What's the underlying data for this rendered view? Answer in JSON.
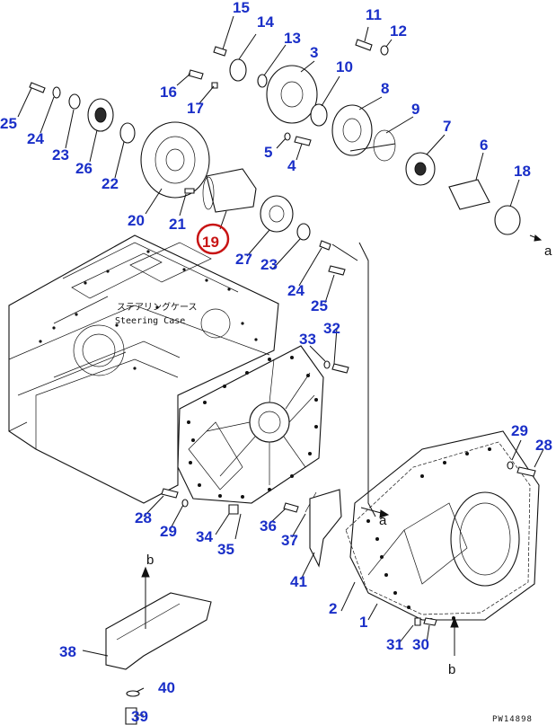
{
  "callouts": [
    {
      "n": "1"
    },
    {
      "n": "2"
    },
    {
      "n": "3"
    },
    {
      "n": "4"
    },
    {
      "n": "5"
    },
    {
      "n": "6"
    },
    {
      "n": "7"
    },
    {
      "n": "8"
    },
    {
      "n": "9"
    },
    {
      "n": "10"
    },
    {
      "n": "11"
    },
    {
      "n": "12"
    },
    {
      "n": "13"
    },
    {
      "n": "14"
    },
    {
      "n": "15"
    },
    {
      "n": "16"
    },
    {
      "n": "17"
    },
    {
      "n": "18"
    },
    {
      "n": "19"
    },
    {
      "n": "20"
    },
    {
      "n": "21"
    },
    {
      "n": "22"
    },
    {
      "n": "23"
    },
    {
      "n": "23"
    },
    {
      "n": "24"
    },
    {
      "n": "24"
    },
    {
      "n": "25"
    },
    {
      "n": "25"
    },
    {
      "n": "26"
    },
    {
      "n": "27"
    },
    {
      "n": "28"
    },
    {
      "n": "28"
    },
    {
      "n": "29"
    },
    {
      "n": "29"
    },
    {
      "n": "30"
    },
    {
      "n": "31"
    },
    {
      "n": "32"
    },
    {
      "n": "33"
    },
    {
      "n": "34"
    },
    {
      "n": "35"
    },
    {
      "n": "36"
    },
    {
      "n": "37"
    },
    {
      "n": "38"
    },
    {
      "n": "39"
    },
    {
      "n": "40"
    },
    {
      "n": "41"
    }
  ],
  "highlighted_part": "19",
  "caption": {
    "jp": "ステアリングケース",
    "en": "Steering Case"
  },
  "ref_letters": {
    "a": "a",
    "b": "b"
  },
  "drawing_code": "PW14898",
  "colors": {
    "callout": "#1a2fc8",
    "highlight": "#c81414",
    "line": "#111111"
  }
}
